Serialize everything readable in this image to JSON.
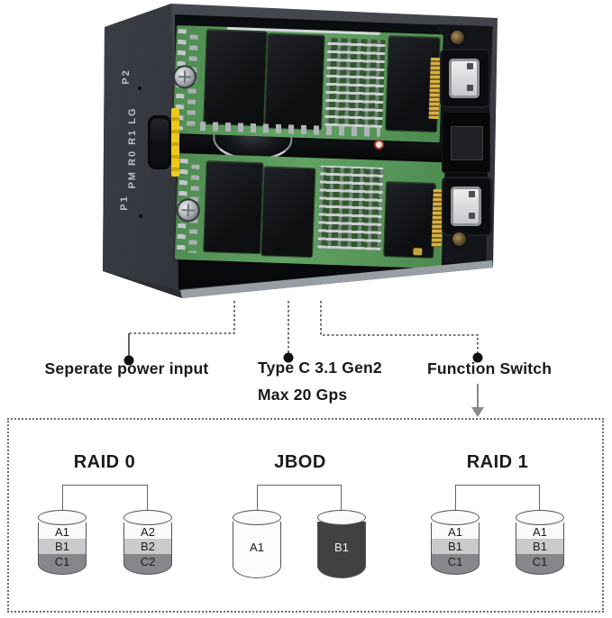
{
  "page": {
    "background": "#ffffff"
  },
  "device_photo": {
    "side_labels": {
      "p2": "P2",
      "mode_switch": "PM R0 R1 LG",
      "p1": "P1"
    },
    "colors": {
      "enclosure_gray": "#34373d",
      "pcb_green": "#4e8a50",
      "switch_yellow": "#e3bd16",
      "port_silver": "#d7d8da"
    }
  },
  "annotations": {
    "separate_power": "Seperate power input",
    "type_c_line1": "Type C 3.1 Gen2",
    "type_c_line2": "Max 20 Gps",
    "function_switch": "Function Switch"
  },
  "raid_diagram": {
    "band_colors": {
      "top": "#fafafa",
      "middle": "#c9cacc",
      "bottom": "#85878a",
      "dark_body": "#3f4143"
    },
    "groups": [
      {
        "title": "RAID 0",
        "disks": [
          {
            "style": "stacked",
            "segments": [
              "A1",
              "B1",
              "C1"
            ]
          },
          {
            "style": "stacked",
            "segments": [
              "A2",
              "B2",
              "C2"
            ]
          }
        ]
      },
      {
        "title": "JBOD",
        "disks": [
          {
            "style": "single-light",
            "label": "A1"
          },
          {
            "style": "single-dark",
            "label": "B1"
          }
        ]
      },
      {
        "title": "RAID 1",
        "disks": [
          {
            "style": "stacked",
            "segments": [
              "A1",
              "B1",
              "C1"
            ]
          },
          {
            "style": "stacked",
            "segments": [
              "A1",
              "B1",
              "C1"
            ]
          }
        ]
      }
    ]
  }
}
